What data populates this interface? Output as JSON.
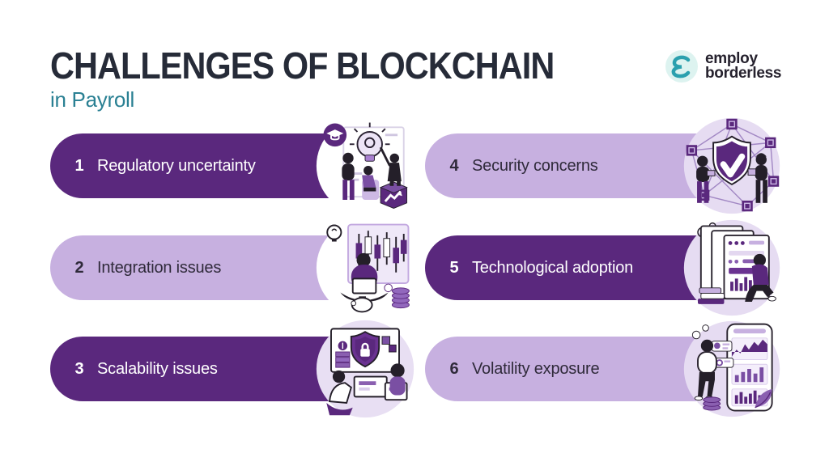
{
  "header": {
    "title": "CHALLENGES OF BLOCKCHAIN",
    "subtitle": "in Payroll"
  },
  "logo": {
    "name_line1": "employ",
    "name_line2": "borderless",
    "mark": "e-swirl-icon"
  },
  "items": [
    {
      "number": "1",
      "label": "Regulatory uncertainty",
      "variant": "dark",
      "illustration": "team-ideas-lightbulb-presentation"
    },
    {
      "number": "2",
      "label": "Integration issues",
      "variant": "light",
      "illustration": "person-laptop-candlestick-chart-coins"
    },
    {
      "number": "3",
      "label": "Scalability issues",
      "variant": "dark",
      "illustration": "team-monitors-shield-lock-crypto"
    },
    {
      "number": "4",
      "label": "Security concerns",
      "variant": "light",
      "illustration": "shield-check-blockchain-network"
    },
    {
      "number": "5",
      "label": "Technological adoption",
      "variant": "dark",
      "illustration": "person-dashboards-analytics"
    },
    {
      "number": "6",
      "label": "Volatility exposure",
      "variant": "light",
      "illustration": "person-thinking-phone-charts"
    }
  ],
  "colors": {
    "background": "#ffffff",
    "pill_dark": "#5a287d",
    "pill_light": "#c7b0e0",
    "title": "#262b38",
    "subtitle_teal": "#2a8093",
    "logo_teal": "#2ba0ae",
    "logo_bg": "#ddf3f0",
    "text_on_dark": "#ffffff",
    "text_on_light": "#2f2a3a"
  }
}
